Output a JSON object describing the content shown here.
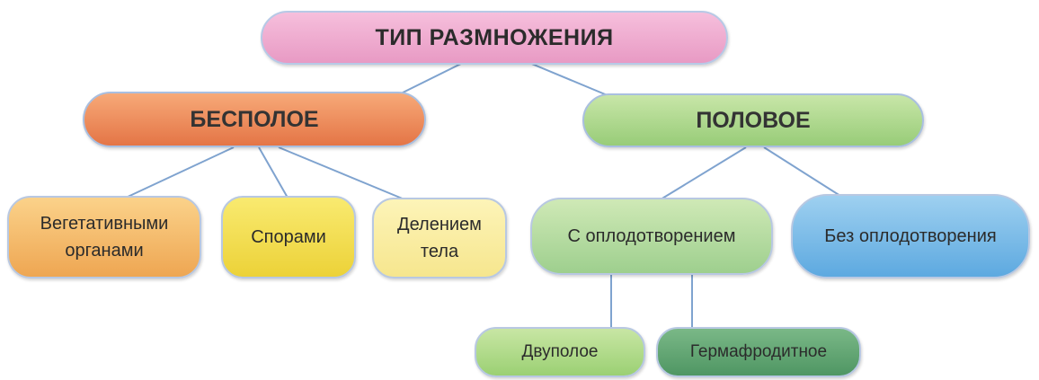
{
  "diagram": {
    "root": "ТИП РАЗМНОЖЕНИЯ",
    "asexual": "БЕСПОЛОЕ",
    "sexual": "ПОЛОВОЕ",
    "asexual_children": {
      "vegetative_line1": "Вегетативными",
      "vegetative_line2": "органами",
      "spores": "Спорами",
      "division_line1": "Делением",
      "division_line2": "тела"
    },
    "sexual_children": {
      "with_fertilization": "С оплодотворением",
      "without_fertilization": "Без оплодотворения"
    },
    "fertilization_children": {
      "dioecious": "Двуполое",
      "hermaphroditic": "Гермафродитное"
    },
    "colors": {
      "root": "#ee9fca",
      "asexual": "#e8804f",
      "sexual": "#a6d384",
      "vegetative": "#f0ad5c",
      "spores": "#eed640",
      "division": "#f7e897",
      "with_fertilization": "#a8d495",
      "without_fertilization": "#66aee2",
      "dioecious": "#a3d37c",
      "hermaphroditic": "#569c69",
      "connector": "#7fa3cf"
    }
  }
}
